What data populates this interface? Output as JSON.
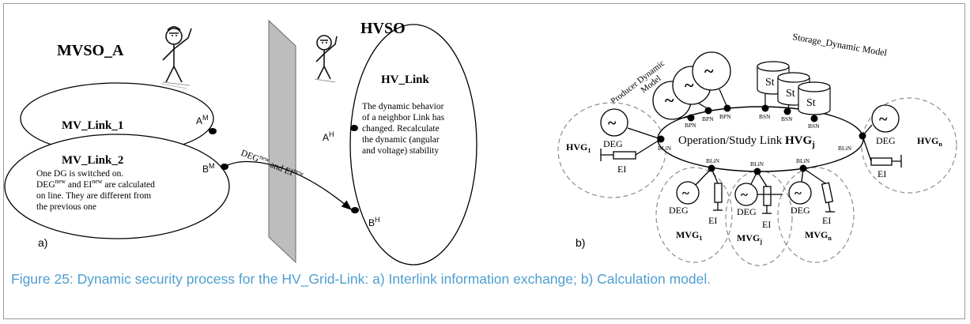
{
  "left": {
    "panel_label": "a)",
    "mvso_title": "MVSO_A",
    "hvso_title": "HVSO",
    "mv_link1": "MV_Link_1",
    "mv_link2": "MV_Link_2",
    "mv_text": [
      "One DG is switched on.",
      "DEG",
      "new",
      " and EI",
      "new",
      " are calculated",
      "on line. They are different from",
      "the previous one"
    ],
    "hv_link": "HV_Link",
    "hv_text": [
      "The dynamic behavior",
      "of a neighbor Link has",
      "changed. Recalculate",
      "the dynamic (angular",
      "and voltage) stability"
    ],
    "point_am": [
      "A",
      "M"
    ],
    "point_bm": [
      "B",
      "M"
    ],
    "point_ah": [
      "A",
      "H"
    ],
    "point_bh": [
      "B",
      "H"
    ],
    "arrow_label": [
      "DEG",
      "new",
      " and EI",
      "new"
    ]
  },
  "right": {
    "panel_label": "b)",
    "producer_label": [
      "Producer Dynamic",
      "Model"
    ],
    "storage_label": "Storage_Dynamic Model",
    "storage_unit": "St",
    "generator_symbol": "~",
    "central_link": [
      "Operation/Study Link ",
      "HVG",
      "j"
    ],
    "bpn": "BPN",
    "bsn": "BSN",
    "bln": "BLiN",
    "deg": "DEG",
    "ei": "EI",
    "hvg1": [
      "HVG",
      "1"
    ],
    "hvgn": [
      "HVG",
      "n"
    ],
    "mvg1": [
      "MVG",
      "1"
    ],
    "mvgj": [
      "MVG",
      "j"
    ],
    "mvgn": [
      "MVG",
      "n"
    ]
  },
  "caption": "Figure 25: Dynamic security process for the HV_Grid-Link: a) Interlink information exchange; b) Calculation model.",
  "colors": {
    "caption": "#4f9fd0",
    "frame": "#9a9a9a",
    "dashed": "#8c8c8c",
    "panel": "#b8b8b8"
  }
}
